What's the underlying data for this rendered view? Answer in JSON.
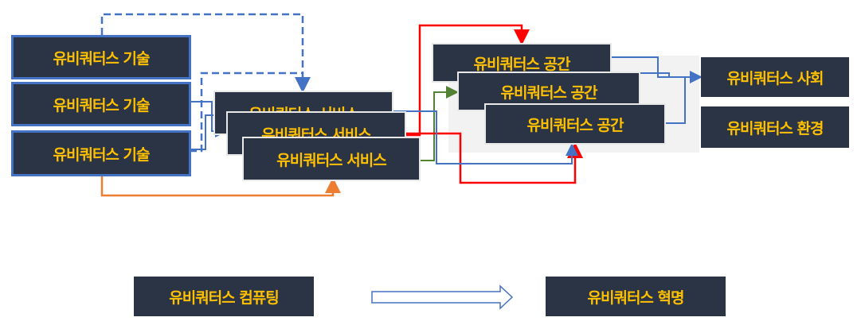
{
  "tech_boxes": [
    {
      "label": "유비쿼터스 기술"
    },
    {
      "label": "유비쿼터스 기술"
    },
    {
      "label": "유비쿼터스 기술"
    }
  ],
  "service_boxes": [
    {
      "label": "유비쿼터스 서비스"
    },
    {
      "label": "유비쿼터스 서비스"
    },
    {
      "label": "유비쿼터스 서비스"
    }
  ],
  "space_boxes": [
    {
      "label": "유비쿼터스 공간"
    },
    {
      "label": "유비쿼터스 공간"
    },
    {
      "label": "유비쿼터스 공간"
    }
  ],
  "society_box": {
    "label": "유비쿼터스 사회"
  },
  "environment_box": {
    "label": "유비쿼터스 환경"
  },
  "computing_box": {
    "label": "유비쿼터스 컴퓨팅"
  },
  "revolution_box": {
    "label": "유비쿼터스 혁명"
  },
  "colors": {
    "box_fill": "#2b3444",
    "box_text": "#ffc000",
    "blue_line": "#4472c4",
    "red_line": "#ff0000",
    "orange_line": "#ed7d31",
    "green_line": "#548235"
  }
}
